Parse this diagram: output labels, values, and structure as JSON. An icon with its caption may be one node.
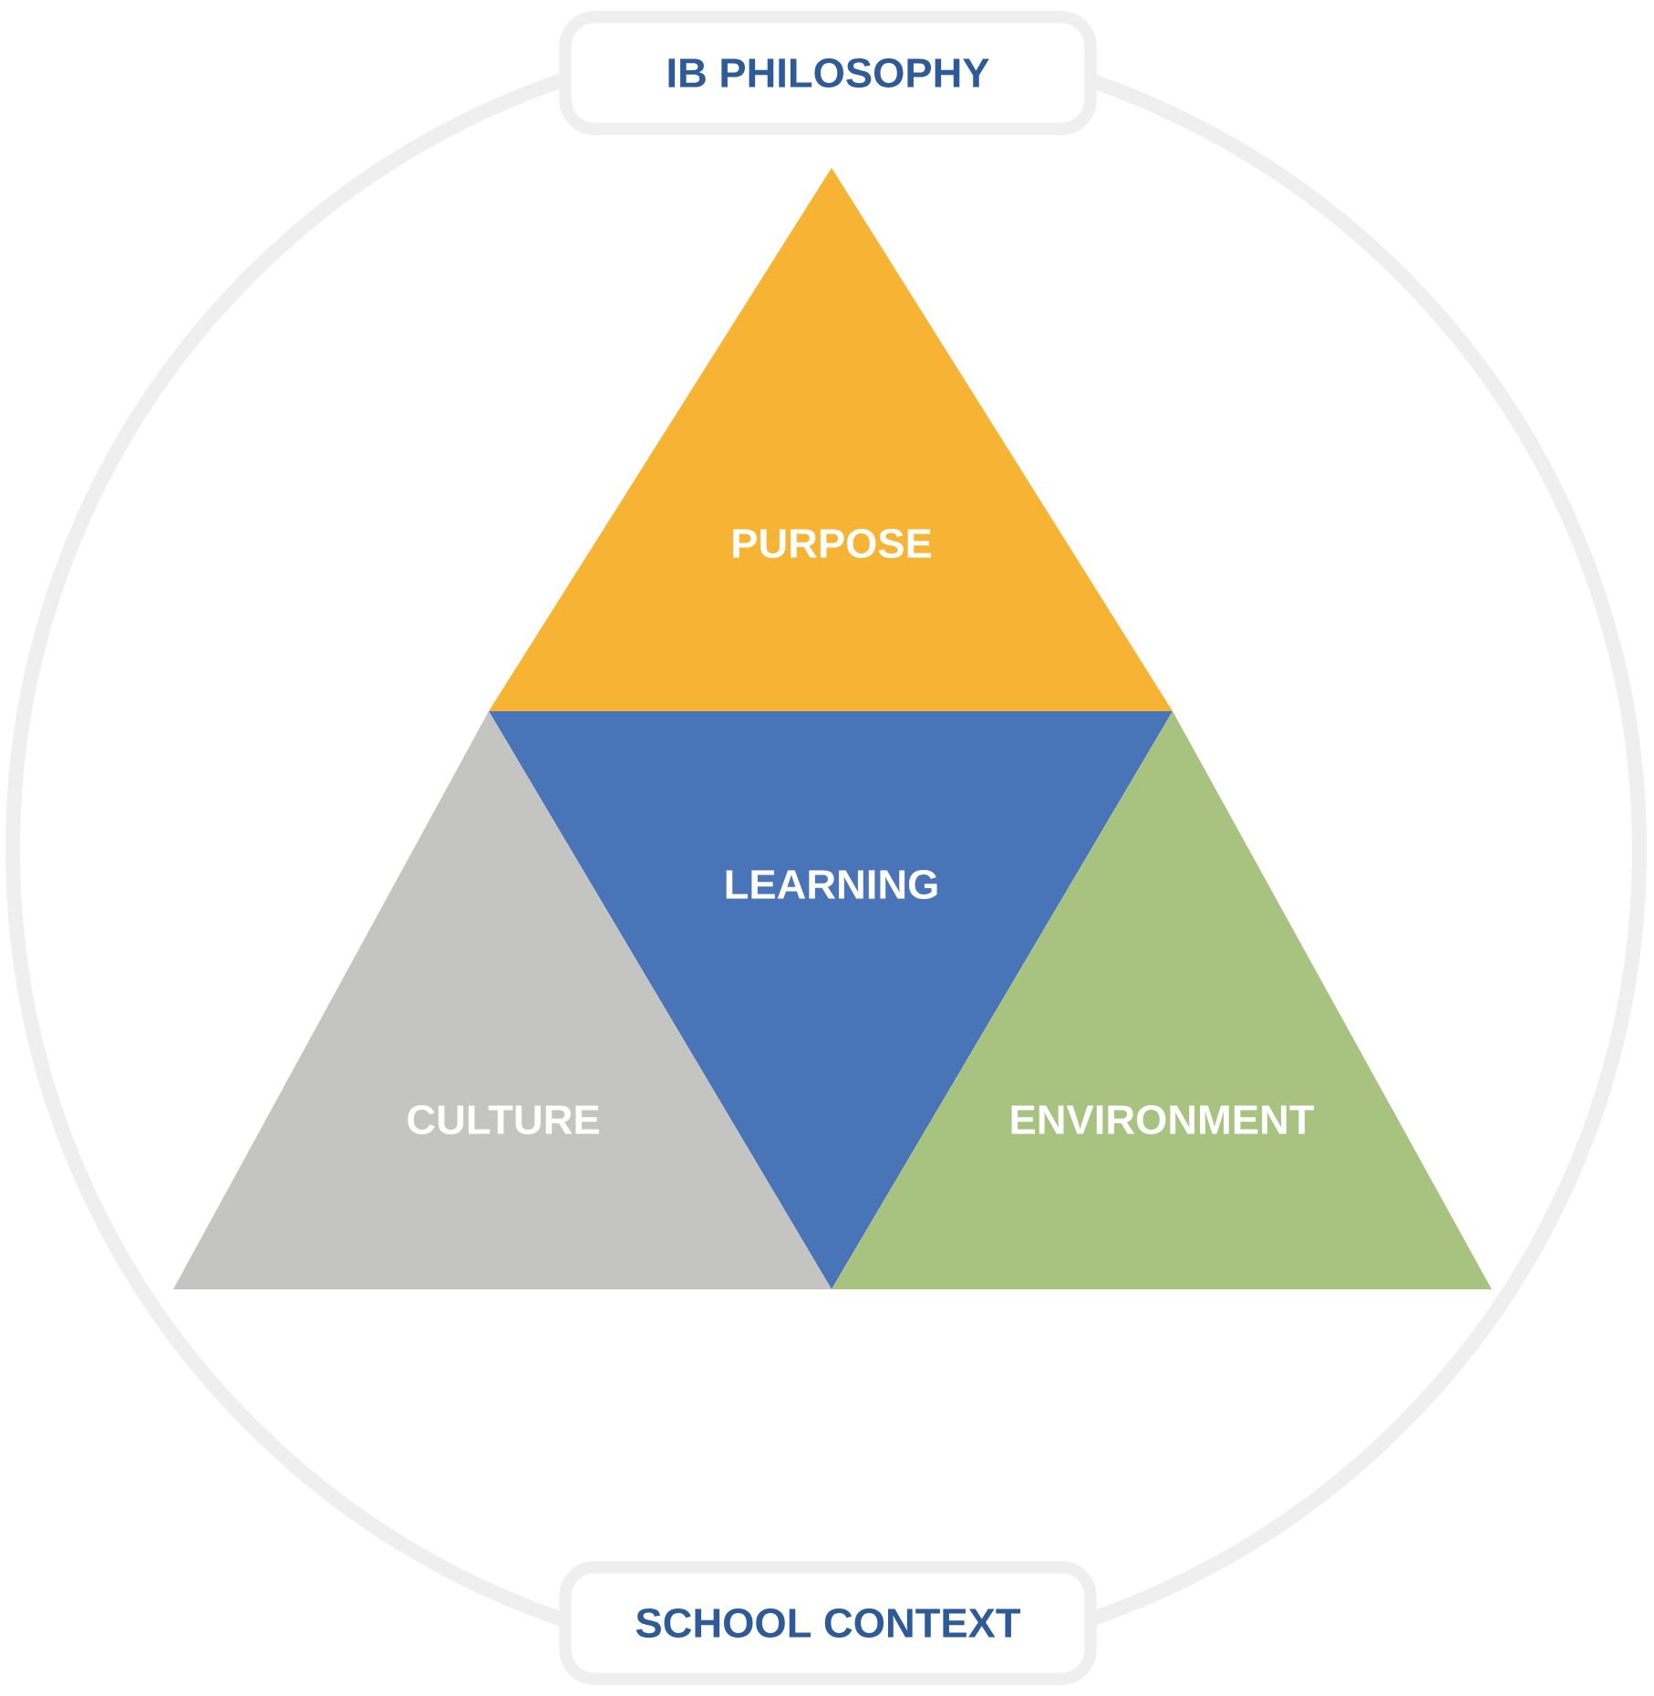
{
  "diagram": {
    "nodes": [
      {
        "text": [
          "IB PHILOSOPHY"
        ]
      },
      {
        "text": [
          "PURPOSE"
        ]
      },
      {
        "text": [
          "LEARNING"
        ]
      },
      {
        "text": [
          "CULTURE"
        ]
      },
      {
        "text": [
          "ENVIRONMENT"
        ]
      },
      {
        "text": [
          "SCHOOL CONTEXT"
        ]
      }
    ]
  }
}
